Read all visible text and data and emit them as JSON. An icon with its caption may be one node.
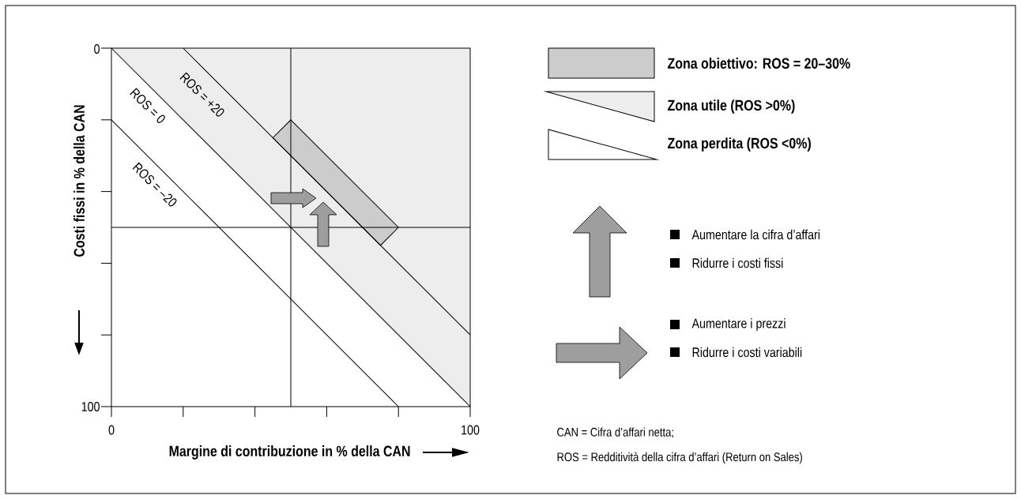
{
  "diagram": {
    "labels": [
      "0",
      "ROS = +20",
      "ROS = 0",
      "ROS = –20",
      "Costi fissi in % della CAN",
      "100",
      "0",
      "100",
      "Margine di contribuzione in % della CAN",
      "Aumentare la cifra d’affari",
      "Ridurre i costi fissi",
      "Aumentare i prezzi",
      "Ridurre i costi variabili",
      "CAN = Cifra d’affari netta;",
      "ROS = Redditività della cifra d’affari (Return on Sales)"
    ],
    "legend": [
      {
        "text": "Zona obiettivo: ROS = 20–30%",
        "color": "#cccccc"
      },
      {
        "text": "Zona utile (ROS >0%)"
      },
      {
        "text": "Zona perdita (ROS <0%)"
      }
    ]
  }
}
